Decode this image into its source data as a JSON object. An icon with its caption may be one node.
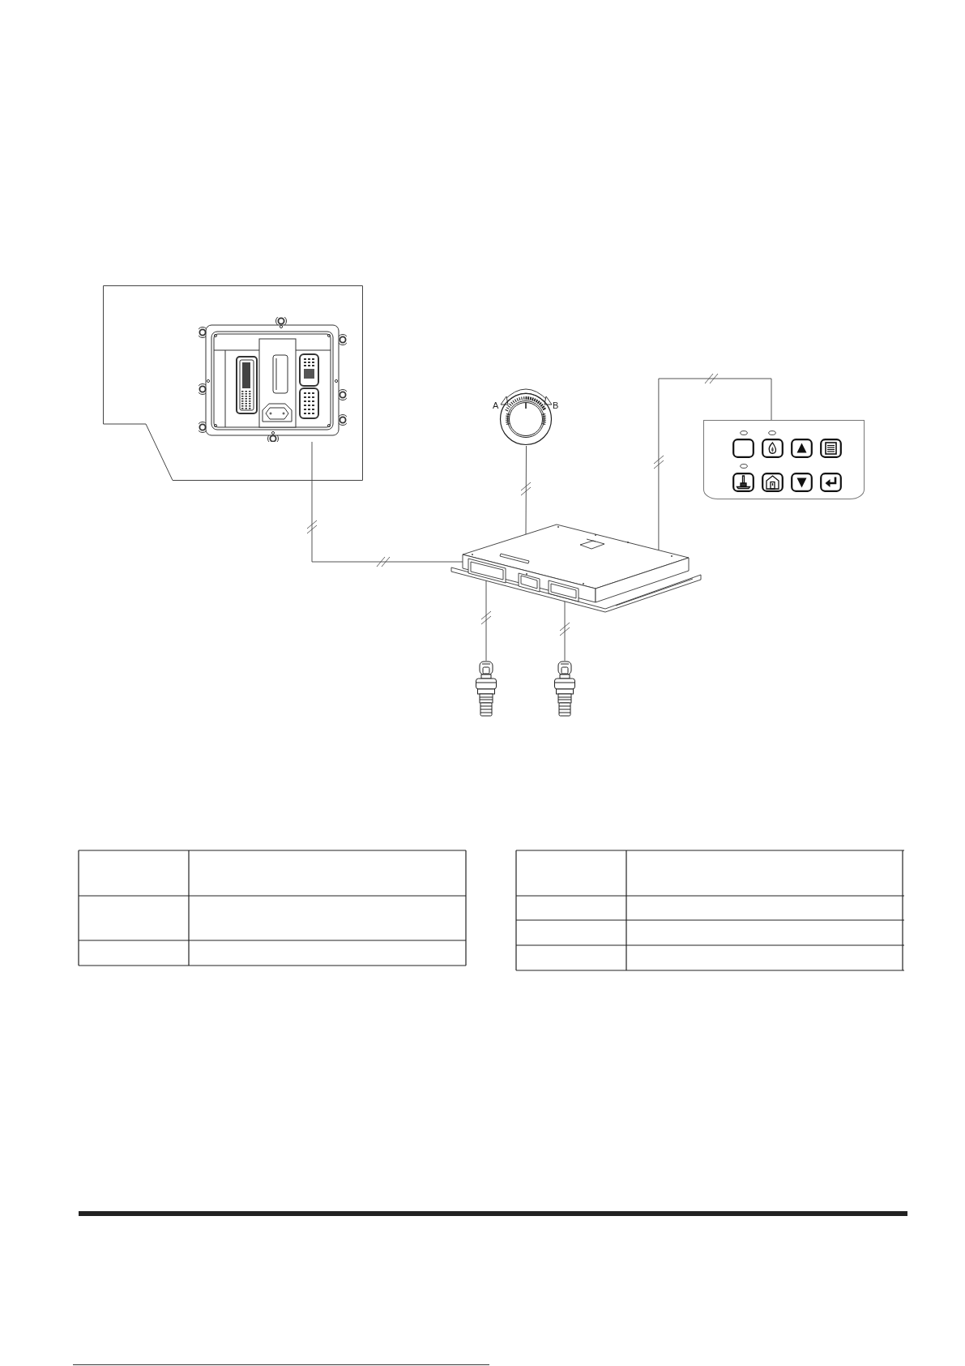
{
  "diagram": {
    "nodes": [
      {
        "text": [],
        "shape": "box"
      },
      {
        "text": [],
        "shape": "picture",
        "in": 0
      },
      {
        "text": [],
        "shape": "picture",
        "beside": [
          "A",
          "B"
        ]
      },
      {
        "text": [],
        "shape": "picture"
      },
      {
        "text": [],
        "shape": "picture"
      },
      {
        "text": [],
        "shape": "picture"
      },
      {
        "text": [],
        "shape": "picture"
      }
    ],
    "edges": [
      {
        "from": 1,
        "to": 4,
        "arrow": "none"
      },
      {
        "from": 2,
        "to": 4,
        "arrow": "none"
      },
      {
        "from": 3,
        "to": 4,
        "arrow": "none"
      },
      {
        "from": 4,
        "to": 5,
        "arrow": "none"
      },
      {
        "from": 4,
        "to": 6,
        "arrow": "none"
      }
    ]
  }
}
